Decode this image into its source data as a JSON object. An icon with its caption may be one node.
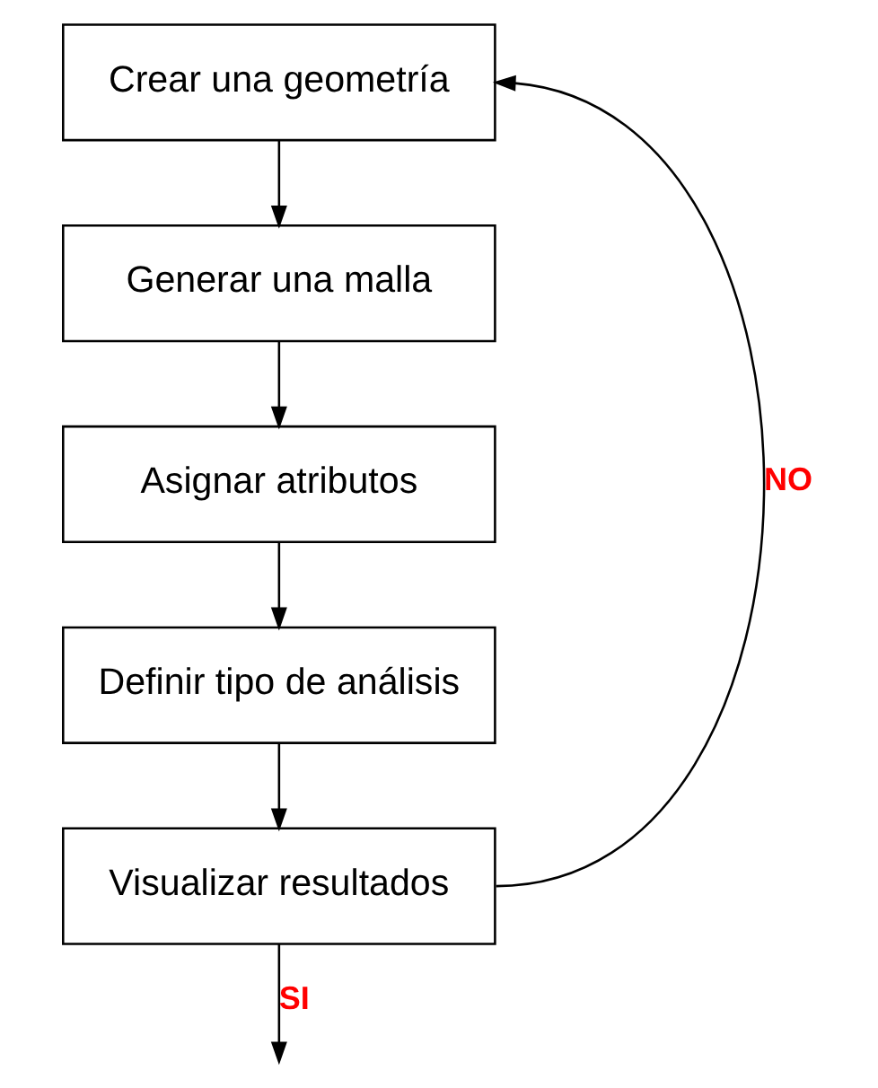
{
  "diagram": {
    "nodes": [
      {
        "text": [
          "Crear una geometría"
        ]
      },
      {
        "text": [
          "Generar una malla"
        ]
      },
      {
        "text": [
          "Asignar atributos"
        ]
      },
      {
        "text": [
          "Definir tipo de análisis"
        ]
      },
      {
        "text": [
          "Visualizar resultados"
        ]
      }
    ],
    "edges": [
      {
        "from": 0,
        "to": 1,
        "arrow": "to"
      },
      {
        "from": 1,
        "to": 2,
        "arrow": "to"
      },
      {
        "from": 2,
        "to": 3,
        "arrow": "to"
      },
      {
        "from": 3,
        "to": 4,
        "arrow": "to"
      },
      {
        "from": 4,
        "to": 0,
        "arrow": "to",
        "label": "NO"
      },
      {
        "from": 4,
        "to": null,
        "arrow": "to",
        "label": "SI"
      }
    ]
  }
}
